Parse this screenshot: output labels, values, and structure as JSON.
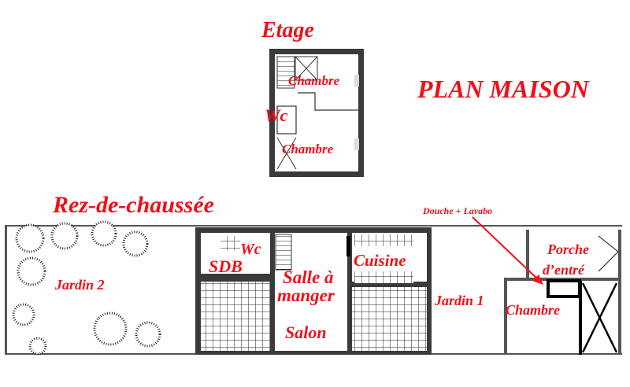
{
  "title": "PLAN MAISON",
  "floors": {
    "upper": {
      "heading": "Etage",
      "rooms": [
        "Chambre",
        "Wc",
        "Chambre"
      ]
    },
    "ground": {
      "heading": "Rez-de-chaussée",
      "rooms": {
        "jardin2": "Jardin 2",
        "sdb": "SDB",
        "wc": "Wc",
        "salle1": "Salle à",
        "salle2": "manger",
        "salon": "Salon",
        "cuisine": "Cuisine",
        "jardin1": "Jardin 1",
        "porche1": "Porche",
        "porche2": "d’entré",
        "chambre": "Chambre"
      },
      "annotation": "Douche + Lavabo"
    }
  },
  "colors": {
    "label": "#f0101a",
    "wall": "#3a3a3a"
  }
}
